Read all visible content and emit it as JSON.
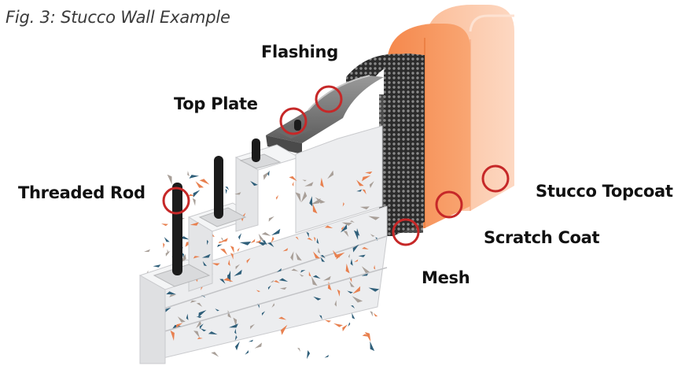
{
  "caption": "Fig. 3: Stucco Wall Example",
  "labels": {
    "flashing": "Flashing",
    "top_plate": "Top Plate",
    "threaded_rod": "Threaded Rod",
    "stucco_topcoat": "Stucco Topcoat",
    "scratch_coat": "Scratch Coat",
    "mesh": "Mesh"
  },
  "colors": {
    "marker_ring": "#c62828",
    "scratch_coat": "#f79a62",
    "stucco_topcoat": "#fbc4a4",
    "block": "#ecedef",
    "confetti_orange": "#e8804f",
    "confetti_blue": "#2f5f7a",
    "confetti_gray": "#a89f98"
  }
}
